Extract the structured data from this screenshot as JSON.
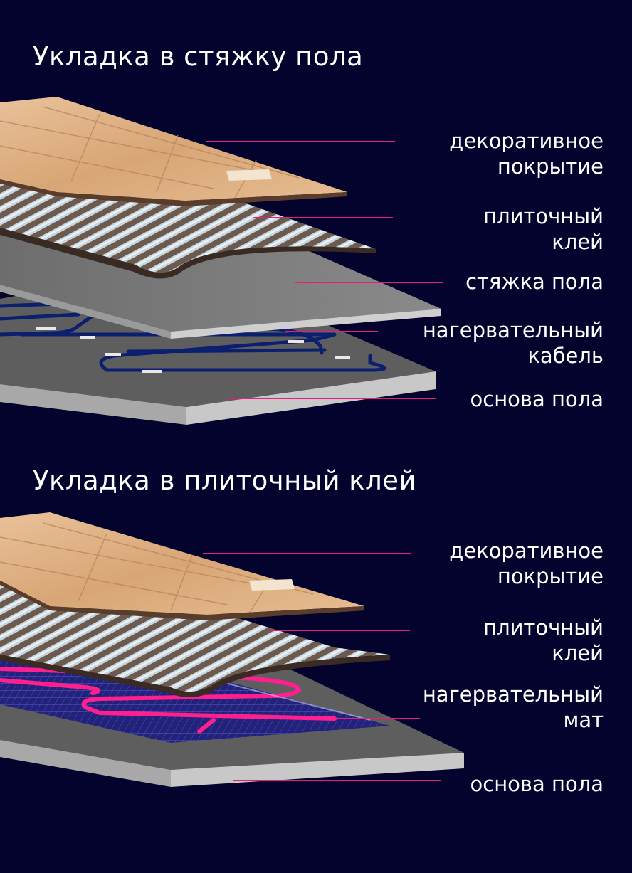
{
  "colors": {
    "background": "#03032e",
    "leader_line": "#e0207a",
    "heading_text": "#ffffff",
    "label_text": "#ffffff",
    "tile": "#d9a97c",
    "adhesive": "#8f9aa3",
    "screed": "#7a7a7a",
    "heating_cable": "#0b1f6e",
    "heating_mat_wire": "#ff1f8f",
    "mat_mesh": "#3a3aa0"
  },
  "sections": [
    {
      "heading": "Укладка в стяжку пола",
      "layers": [
        {
          "lines": [
            "декоративное",
            "покрытие"
          ]
        },
        {
          "lines": [
            "плиточный",
            "клей"
          ]
        },
        {
          "lines": [
            "стяжка пола"
          ]
        },
        {
          "lines": [
            "нагервательный",
            "кабель"
          ]
        },
        {
          "lines": [
            "основа пола"
          ]
        }
      ]
    },
    {
      "heading": "Укладка в плиточный клей",
      "layers": [
        {
          "lines": [
            "декоративное",
            "покрытие"
          ]
        },
        {
          "lines": [
            "плиточный",
            "клей"
          ]
        },
        {
          "lines": [
            "нагервательный",
            "мат"
          ]
        },
        {
          "lines": [
            "основа пола"
          ]
        }
      ]
    }
  ]
}
